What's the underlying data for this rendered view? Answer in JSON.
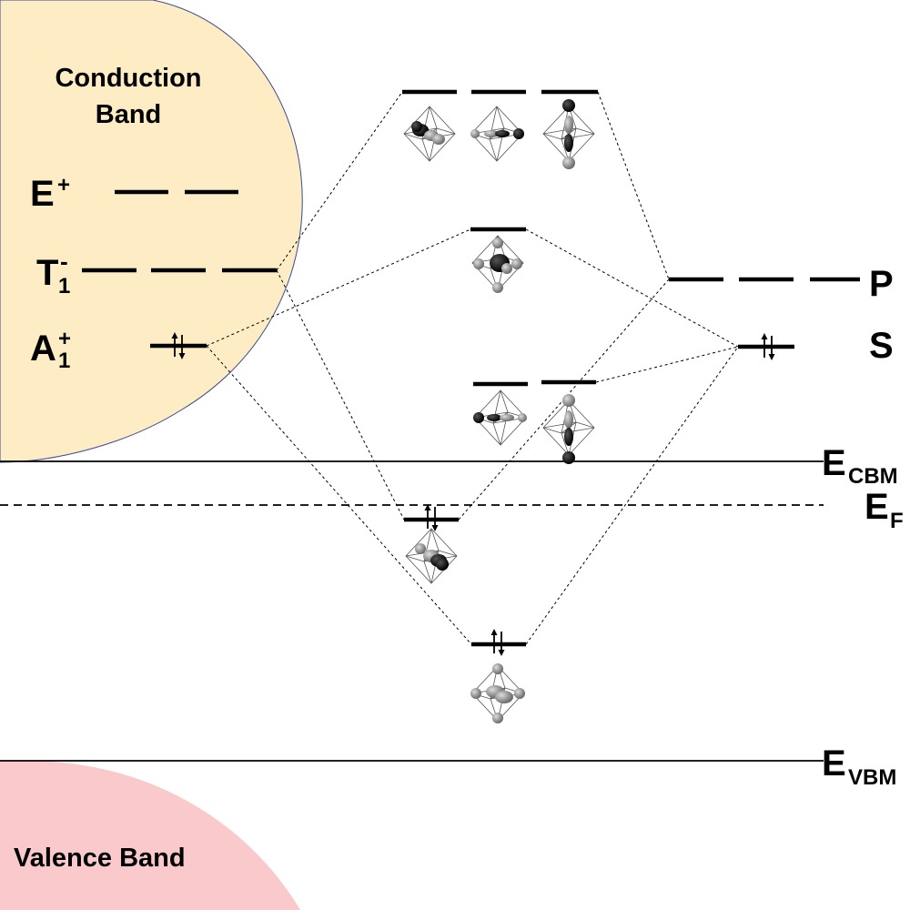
{
  "colors": {
    "conduction_band_fill": "#fdecc4",
    "conduction_band_edge": "#3b4a8c",
    "valence_band_fill": "#f9c9cb",
    "line": "#000000"
  },
  "bands": {
    "conduction_label_line1": "Conduction",
    "conduction_label_line2": "Band",
    "valence_label": "Valence Band"
  },
  "left_states": {
    "e_base": "E",
    "e_sup": "+",
    "t_base": "T",
    "t_sup": "-",
    "t_sub": "1",
    "a_base": "A",
    "a_sup": "+",
    "a_sub": "1"
  },
  "right_states": {
    "p": "P",
    "s": "S"
  },
  "energy_levels": {
    "cbm_base": "E",
    "cbm_sub": "CBM",
    "fermi_base": "E",
    "fermi_sub": "F",
    "vbm_base": "E",
    "vbm_sub": "VBM"
  },
  "icons": [
    "spin-pair-arrows-icon",
    "octahedral-orbital-icon"
  ]
}
